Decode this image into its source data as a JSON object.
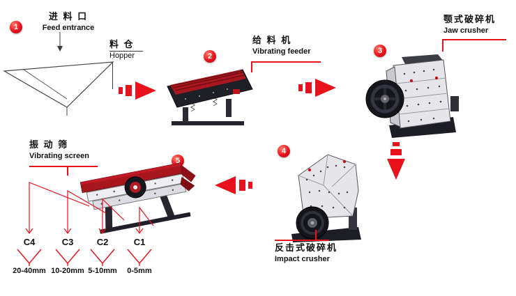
{
  "colors": {
    "accent": "#e8111c",
    "machine_dark": "#1d1d25",
    "machine_red": "#a8161e"
  },
  "steps": [
    {
      "num": "1",
      "zh": "进 料 口",
      "en": "Feed entrance"
    },
    {
      "num": "2",
      "zh": "给 料 机",
      "en": "Vibrating feeder"
    },
    {
      "num": "3",
      "zh": "颚式破碎机",
      "en": "Jaw crusher"
    },
    {
      "num": "4",
      "zh": "反击式破碎机",
      "en": "Impact crusher"
    },
    {
      "num": "5",
      "zh": "振 动 筛",
      "en": "Vibrating screen"
    }
  ],
  "hopper": {
    "zh": "料 仓",
    "en": "Hopper"
  },
  "outputs": [
    {
      "label": "C4",
      "size": "20-40mm"
    },
    {
      "label": "C3",
      "size": "10-20mm"
    },
    {
      "label": "C2",
      "size": "5-10mm"
    },
    {
      "label": "C1",
      "size": "0-5mm"
    }
  ]
}
